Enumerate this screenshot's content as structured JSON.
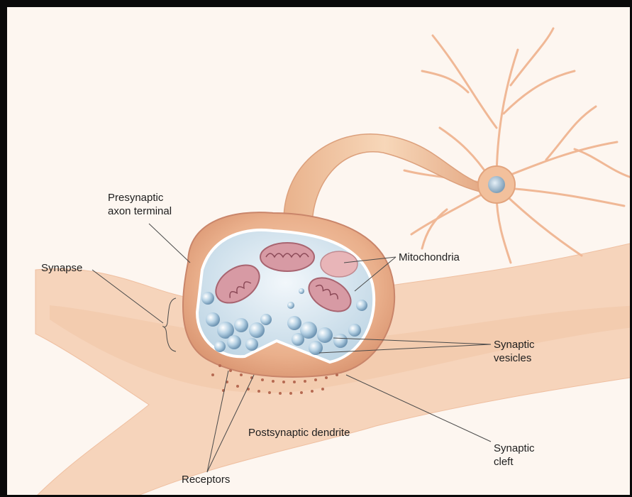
{
  "labels": {
    "presynaptic_axon_terminal": [
      "Presynaptic",
      "axon terminal"
    ],
    "synapse": "Synapse",
    "mitochondria": "Mitochondria",
    "synaptic_vesicles": [
      "Synaptic",
      "vesicles"
    ],
    "postsynaptic_dendrite": "Postsynaptic dendrite",
    "synaptic_cleft": [
      "Synaptic",
      "cleft"
    ],
    "receptors": "Receptors"
  },
  "colors": {
    "background": "#fdf6f0",
    "frame": "#0a0a0a",
    "tissue": "#f6d6bc",
    "tissue_dark": "#e6a886",
    "neuron": "#f2bf9a",
    "vesicle": "#a9c8dd",
    "mitochondria": "#d9a0a8",
    "nucleus": "#a8c4d8"
  }
}
